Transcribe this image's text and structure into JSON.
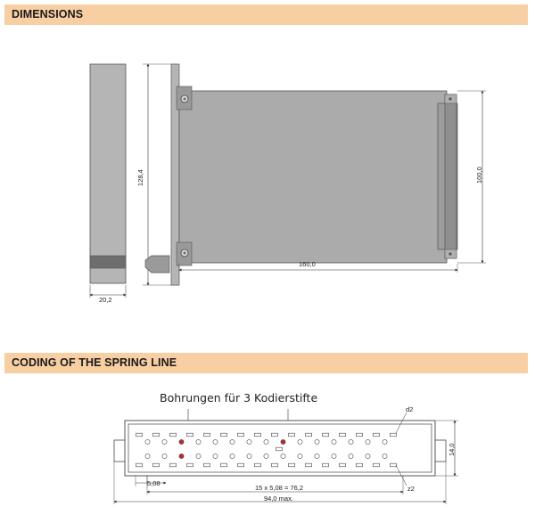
{
  "sections": {
    "dimensions_title": "DIMENSIONS",
    "coding_title": "CODING OF THE SPRING LINE"
  },
  "dimensions": {
    "width": "20,2",
    "height_total": "128,4",
    "board_length": "160,0",
    "board_height": "100,0"
  },
  "coding": {
    "caption": "Bohrungen für 3 Kodierstifte",
    "row_label_top": "d2",
    "row_label_bottom": "z2",
    "height": "14,0",
    "pitch": "5,08",
    "span": "15 x 5,08 = 76,2",
    "total_width": "94,0 max."
  },
  "colors": {
    "section_bar": "#f8cfa3",
    "panel_fill": "#b3b3b3",
    "board_fill": "#aaaaaa",
    "coding_pin": "#c0282d"
  }
}
